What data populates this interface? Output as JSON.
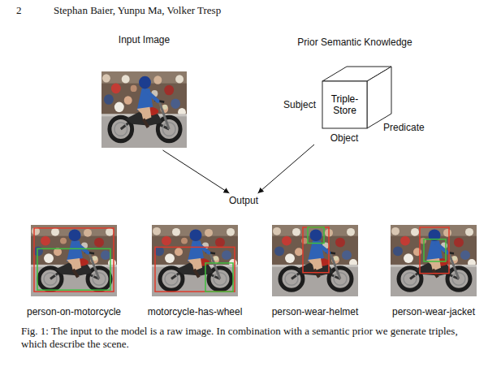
{
  "diagram": {
    "caption": "Fig. 1: The input to the model is a raw image. In combination with a semantic prior we generate triples, which describe the scene.",
    "nodes": [
      {
        "text": [
          "Input Image"
        ]
      },
      {
        "text": [
          "Prior Semantic Knowledge",
          "Triple-Store"
        ]
      },
      {
        "text": [
          "Output"
        ]
      },
      {
        "text": [
          "person-on-motorcycle"
        ]
      },
      {
        "text": [
          "motorcycle-has-wheel"
        ]
      },
      {
        "text": [
          "person-wear-helmet"
        ]
      },
      {
        "text": [
          "person-wear-jacket"
        ]
      }
    ],
    "edges": [
      {
        "from": 0,
        "to": 2,
        "arrow": "to"
      },
      {
        "from": 1,
        "to": 2,
        "arrow": "to"
      }
    ],
    "labels": [
      "2",
      "Stephan Baier, Yunpu Ma, Volker Tresp",
      "Subject",
      "Predicate",
      "Object"
    ]
  }
}
